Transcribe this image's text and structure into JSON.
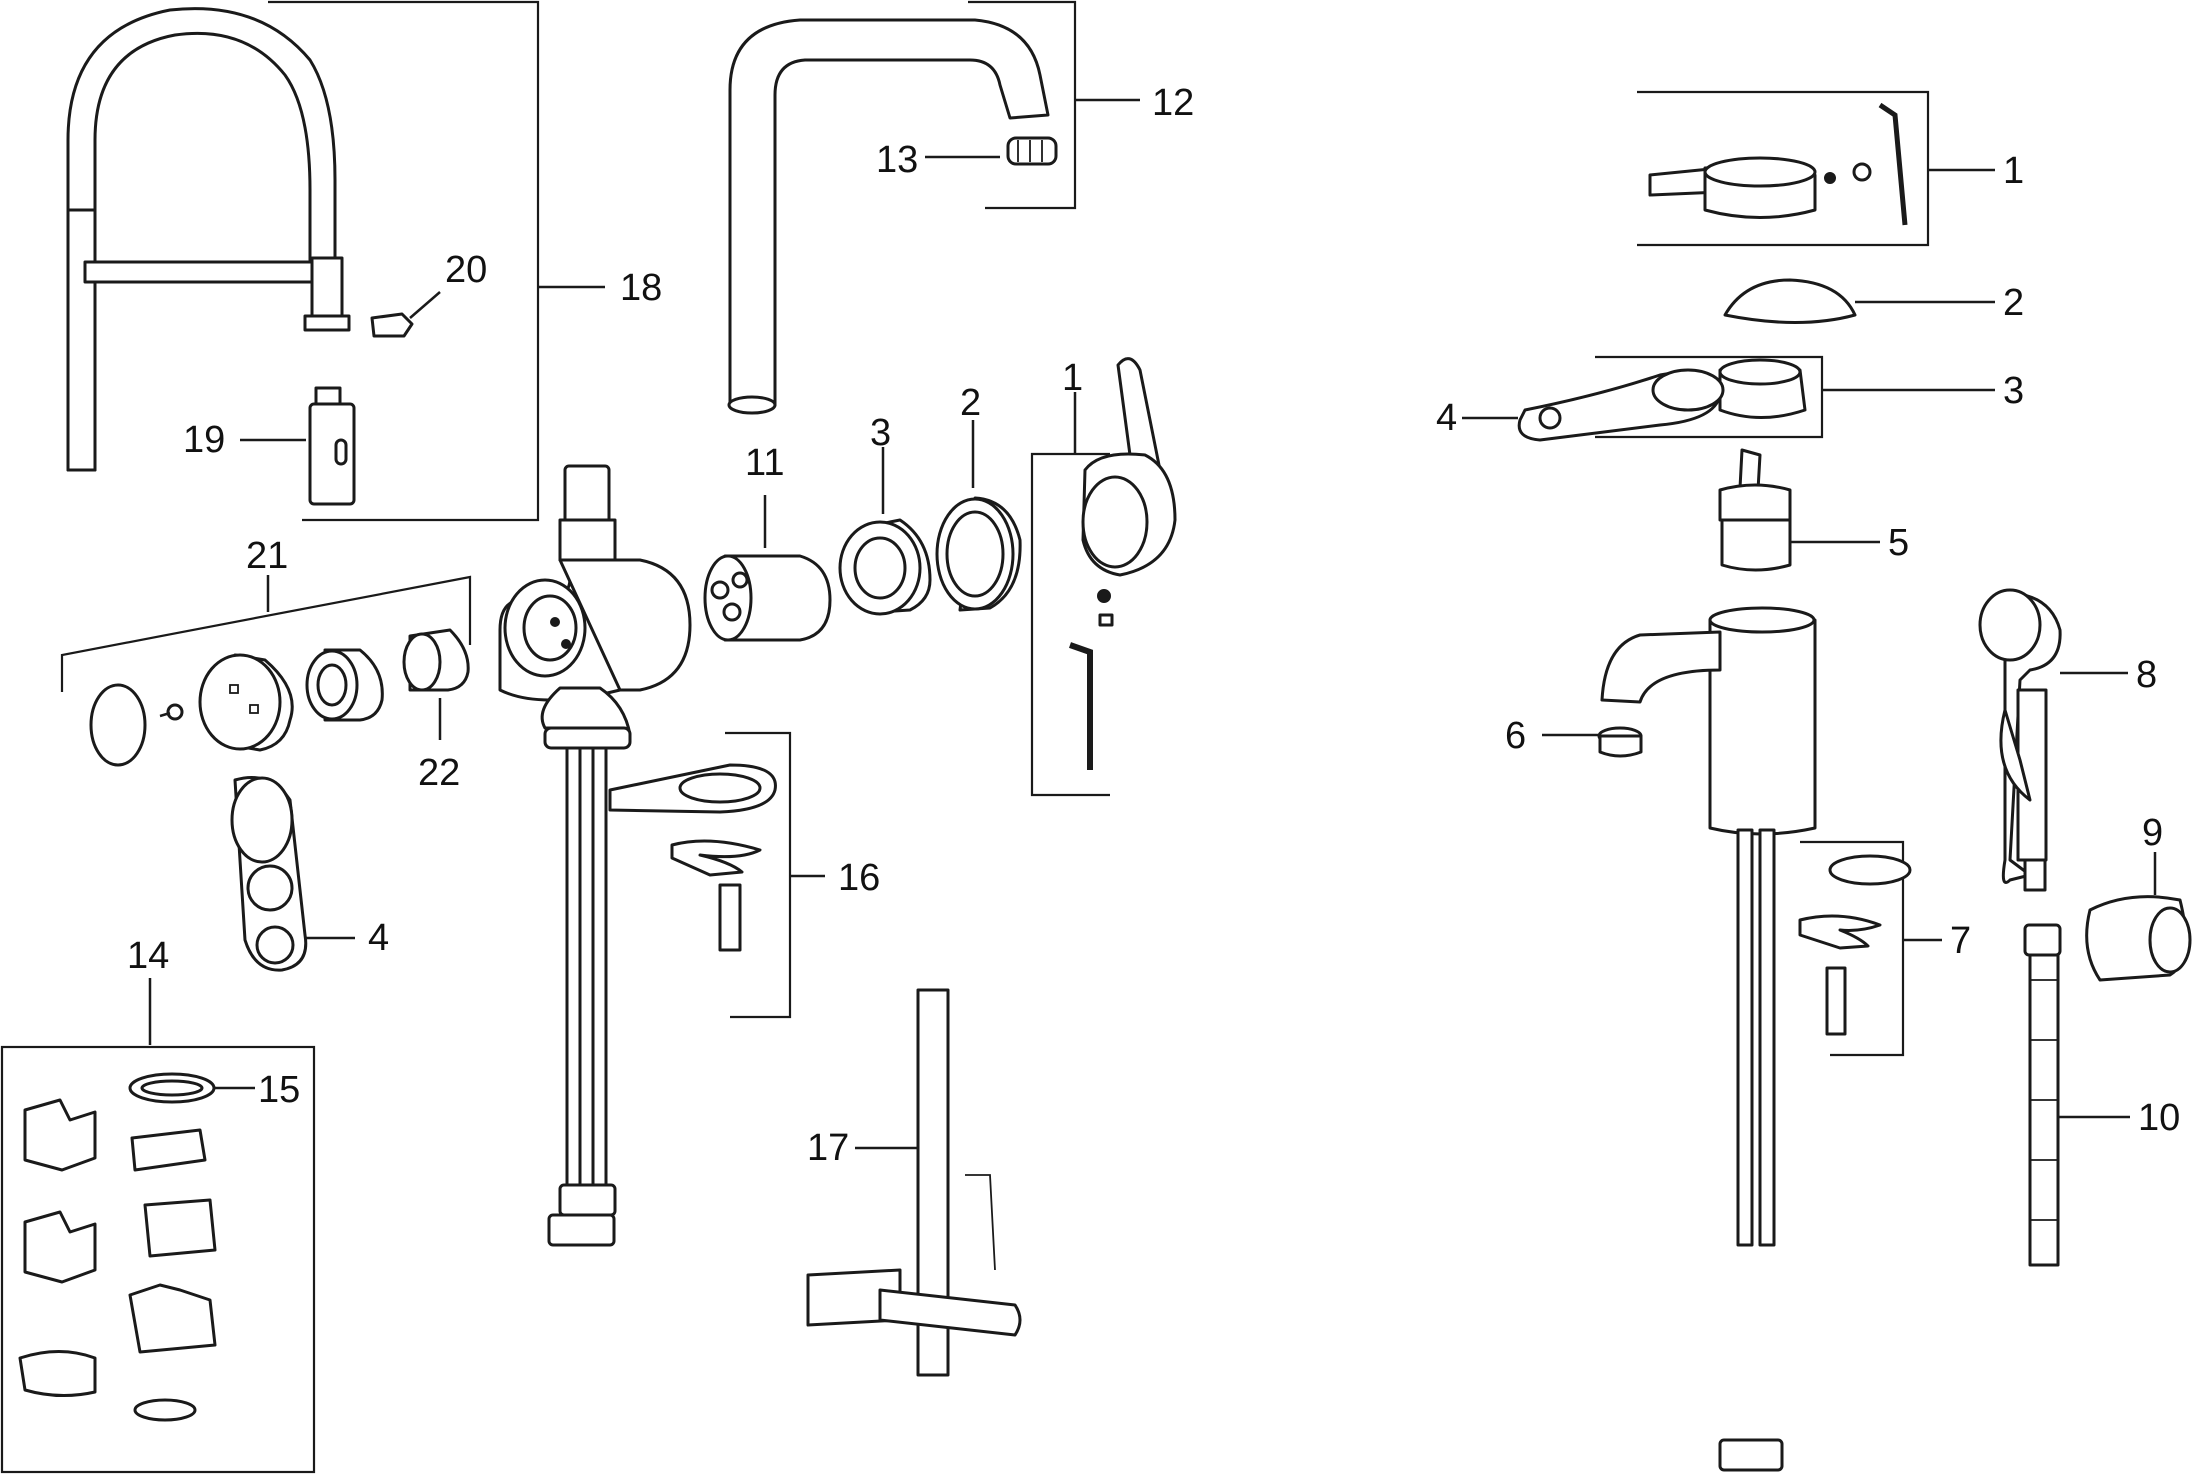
{
  "colors": {
    "stroke": "#1a1a1a",
    "fill": "#ffffff",
    "text": "#111111"
  },
  "labels": {
    "l_18": "18",
    "l_20": "20",
    "l_19": "19",
    "l_12": "12",
    "l_13": "13",
    "l_21": "21",
    "l_22": "22",
    "l_11": "11",
    "l_3a": "3",
    "l_2a": "2",
    "l_1a": "1",
    "l_4a": "4",
    "l_14": "14",
    "l_15": "15",
    "l_16": "16",
    "l_17": "17",
    "l_1b": "1",
    "l_2b": "2",
    "l_3b": "3",
    "l_4b": "4",
    "l_5": "5",
    "l_6": "6",
    "l_7": "7",
    "l_8": "8",
    "l_9": "9",
    "l_10": "10"
  }
}
